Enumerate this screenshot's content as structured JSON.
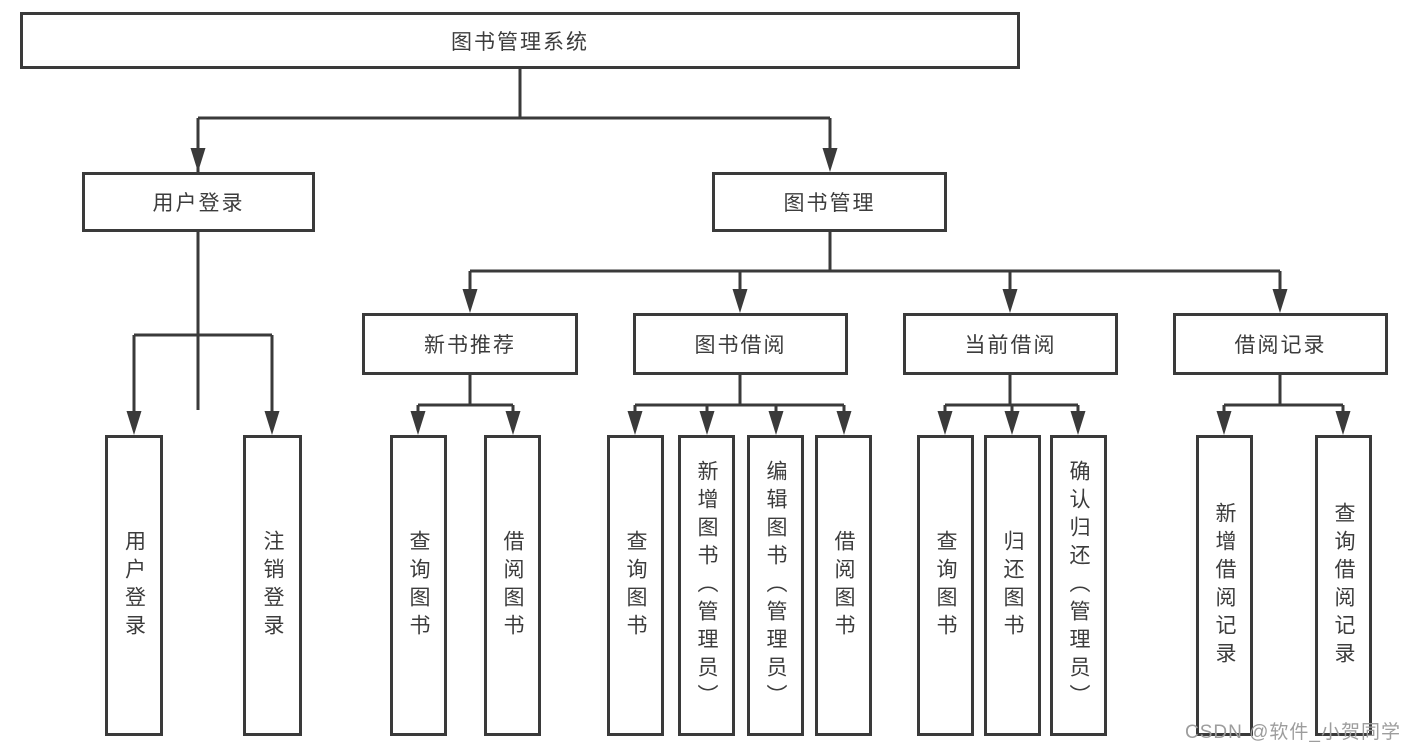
{
  "diagram": {
    "tree": {
      "label": "图书管理系统",
      "children": [
        {
          "label": "用户登录",
          "children": [
            {
              "label": "用户登录"
            },
            {
              "label": "注销登录"
            }
          ]
        },
        {
          "label": "图书管理",
          "children": [
            {
              "label": "新书推荐",
              "children": [
                {
                  "label": "查询图书"
                },
                {
                  "label": "借阅图书"
                }
              ]
            },
            {
              "label": "图书借阅",
              "children": [
                {
                  "label": "查询图书"
                },
                {
                  "label": "新增图书（管理员）"
                },
                {
                  "label": "编辑图书（管理员）"
                },
                {
                  "label": "借阅图书"
                }
              ]
            },
            {
              "label": "当前借阅",
              "children": [
                {
                  "label": "查询图书"
                },
                {
                  "label": "归还图书"
                },
                {
                  "label": "确认归还（管理员）"
                }
              ]
            },
            {
              "label": "借阅记录",
              "children": [
                {
                  "label": "新增借阅记录"
                },
                {
                  "label": "查询借阅记录"
                }
              ]
            }
          ]
        }
      ]
    },
    "watermark": "CSDN @软件_小贺同学",
    "colors": {
      "line": "#3a3a3a",
      "box_border": "#3a3a3a",
      "text": "#3c3c3c",
      "watermark": "#9d9d9d",
      "background": "#ffffff"
    }
  }
}
